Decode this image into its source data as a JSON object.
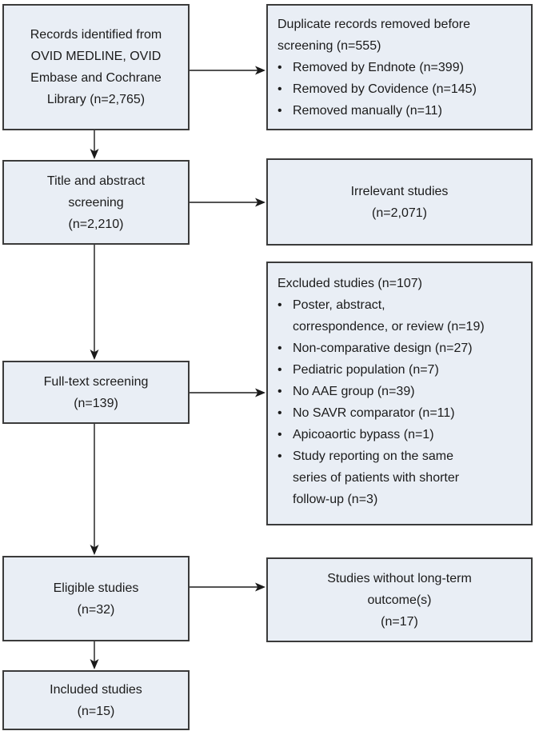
{
  "bullet_char": "•",
  "colors": {
    "box_fill": "#e9eef5",
    "box_border": "#3b3b3b",
    "arrow": "#1a1a1a",
    "text": "#1b1b1b",
    "background": "#ffffff"
  },
  "boxes": {
    "records": {
      "lines": [
        "Records identified from",
        "OVID MEDLINE, OVID",
        "Embase and Cochrane",
        "Library (n=2,765)"
      ]
    },
    "duplicates": {
      "header_lines": [
        "Duplicate records removed before",
        "screening (n=555)"
      ],
      "bullets": [
        {
          "lines": [
            "Removed by Endnote (n=399)"
          ]
        },
        {
          "lines": [
            "Removed by Covidence (n=145)"
          ]
        },
        {
          "lines": [
            "Removed manually (n=11)"
          ]
        }
      ]
    },
    "title_abstract": {
      "lines": [
        "Title and abstract",
        "screening",
        "(n=2,210)"
      ]
    },
    "irrelevant": {
      "lines": [
        "Irrelevant studies",
        "(n=2,071)"
      ]
    },
    "fulltext": {
      "lines": [
        "Full-text screening",
        "(n=139)"
      ]
    },
    "excluded": {
      "header_lines": [
        "Excluded studies (n=107)"
      ],
      "bullets": [
        {
          "lines": [
            "Poster, abstract,",
            "correspondence, or review (n=19)"
          ]
        },
        {
          "lines": [
            "Non-comparative design (n=27)"
          ]
        },
        {
          "lines": [
            "Pediatric population (n=7)"
          ]
        },
        {
          "lines": [
            "No AAE group (n=39)"
          ]
        },
        {
          "lines": [
            "No SAVR comparator (n=11)"
          ]
        },
        {
          "lines": [
            "Apicoaortic bypass (n=1)"
          ]
        },
        {
          "lines": [
            "Study reporting on the same",
            "series of patients with shorter",
            "follow-up (n=3)"
          ]
        }
      ]
    },
    "eligible": {
      "lines": [
        "Eligible studies",
        "(n=32)"
      ]
    },
    "no_longterm": {
      "lines": [
        "Studies without long-term",
        "outcome(s)",
        "(n=17)"
      ]
    },
    "included": {
      "lines": [
        "Included studies",
        "(n=15)"
      ]
    }
  }
}
